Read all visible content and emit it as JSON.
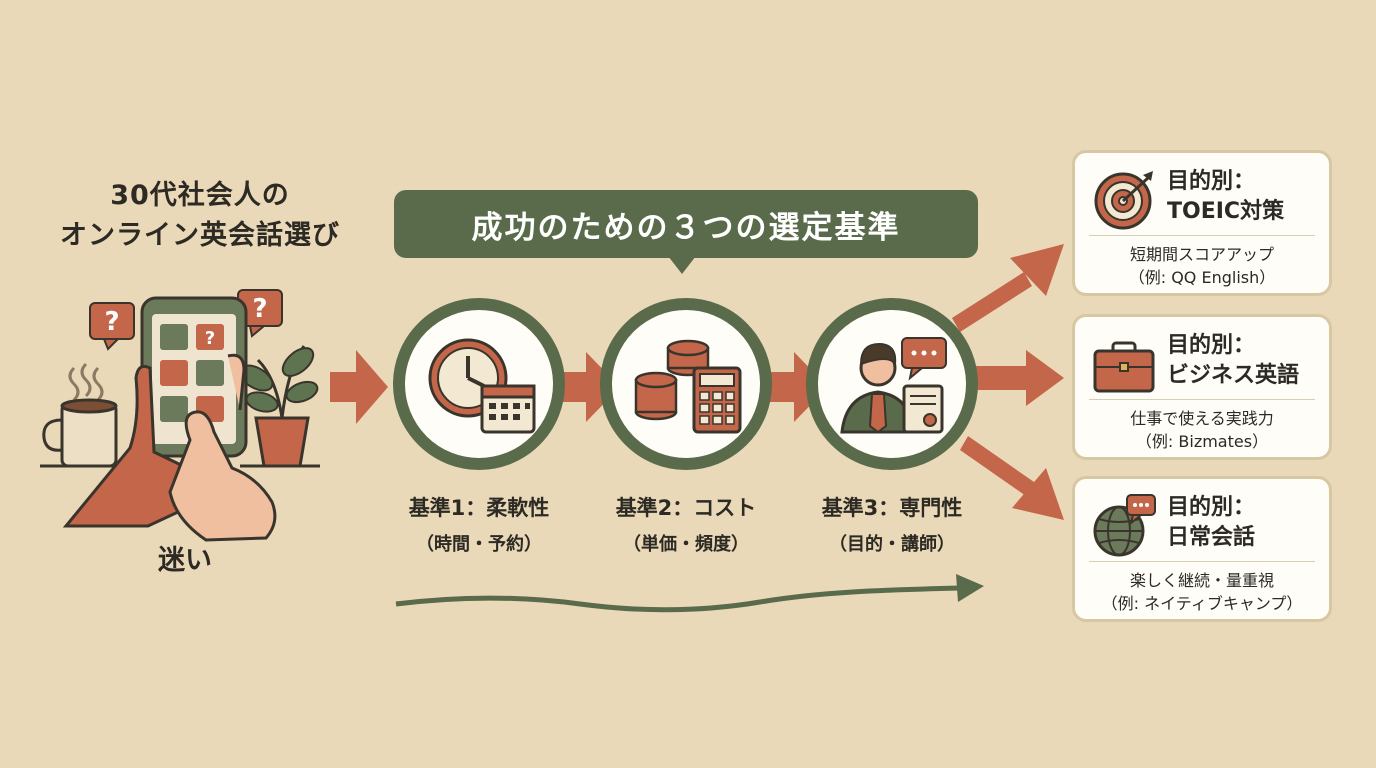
{
  "title": {
    "line1": "30代社会人の",
    "line2": "オンライン英会話選び"
  },
  "confusion_label": "迷い",
  "banner": "成功のための３つの選定基準",
  "criteria": [
    {
      "label": "基準1：柔軟性",
      "sub": "（時間・予約）"
    },
    {
      "label": "基準2：コスト",
      "sub": "（単価・頻度）"
    },
    {
      "label": "基準3：専門性",
      "sub": "（目的・講師）"
    }
  ],
  "outcomes": [
    {
      "title1": "目的別：",
      "title2": "TOEIC対策",
      "note1": "短期間スコアアップ",
      "note2": "（例: QQ English）"
    },
    {
      "title1": "目的別：",
      "title2": "ビジネス英語",
      "note1": "仕事で使える実践力",
      "note2": "（例: Bizmates）"
    },
    {
      "title1": "目的別：",
      "title2": "日常会話",
      "note1": "楽しく継続・量重視",
      "note2": "（例: ネイティブキャンプ）"
    }
  ],
  "icons": {
    "confusion": [
      "question-bubble-icon",
      "smartphone-icon",
      "hand-icon",
      "coffee-cup-icon",
      "plant-icon"
    ],
    "criteria": [
      "clock-calendar-icon",
      "coins-calculator-icon",
      "teacher-icon"
    ],
    "outcomes": [
      "target-icon",
      "briefcase-icon",
      "globe-chat-icon"
    ]
  },
  "colors": {
    "background": "#e9d9b9",
    "accent_red": "#c4664a",
    "dark_green": "#5a6b4b",
    "card_bg": "#fffdf8"
  }
}
